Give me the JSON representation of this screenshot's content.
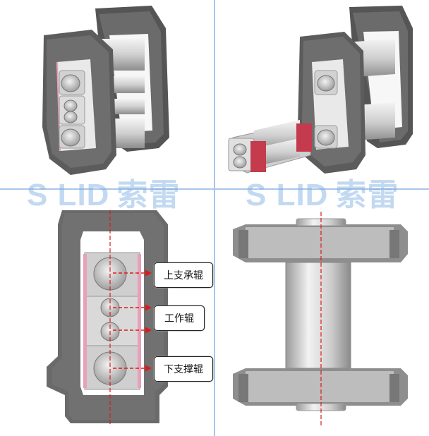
{
  "watermark": {
    "brand_latin": "S  LID",
    "brand_cn": "索雷"
  },
  "labels": {
    "upper_backup_roll": "上支承辊",
    "work_roll": "工作辊",
    "lower_backup_roll": "下支撑辊"
  },
  "colors": {
    "housing": "#5e5e5e",
    "roll_light": "#d8d8d8",
    "accent_pink": "#e8a0b8",
    "centerline": "#dd1a1a",
    "grid_line": "#a9c6e8"
  }
}
